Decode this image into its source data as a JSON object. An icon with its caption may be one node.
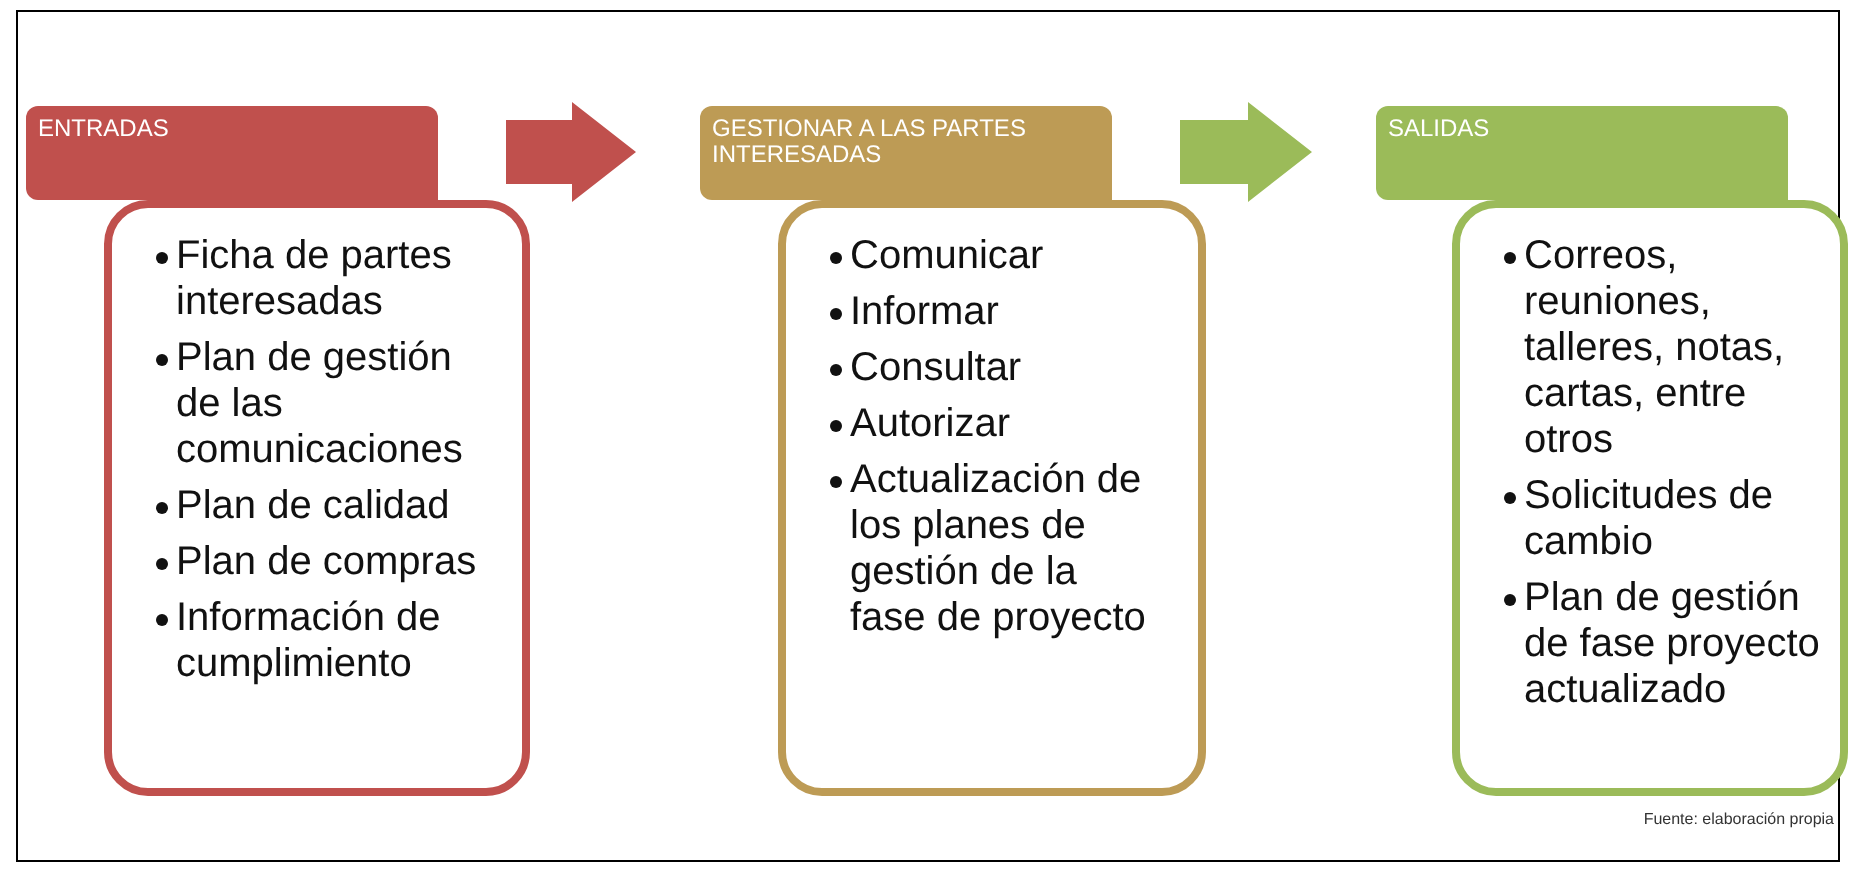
{
  "diagram": {
    "nodes": [
      {
        "text": [
          "ENTRADAS"
        ]
      },
      {
        "text": [
          "Ficha de partes interesadas",
          "Plan de gestión de las comunicaciones",
          "Plan de calidad",
          "Plan de  compras",
          "Información de cumplimiento"
        ]
      },
      {
        "text": [
          "GESTIONAR A LAS PARTES INTERESADAS"
        ]
      },
      {
        "text": [
          "Comunicar",
          "Informar",
          "Consultar",
          "Autorizar",
          "Actualización de los planes de gestión de la fase de proyecto"
        ]
      },
      {
        "text": [
          "SALIDAS"
        ]
      },
      {
        "text": [
          "Correos, reuniones, talleres, notas, cartas, entre otros",
          "Solicitudes de cambio",
          "Plan de gestión de fase proyecto actualizado"
        ]
      }
    ],
    "edges": [
      {
        "from": 0,
        "to": 2,
        "arrow": "to",
        "style": "thick",
        "color": "#c0504d"
      },
      {
        "from": 2,
        "to": 4,
        "arrow": "to",
        "style": "thick",
        "color": "#9bbb59"
      }
    ],
    "labels": [
      "Fuente: elaboración propia"
    ]
  }
}
